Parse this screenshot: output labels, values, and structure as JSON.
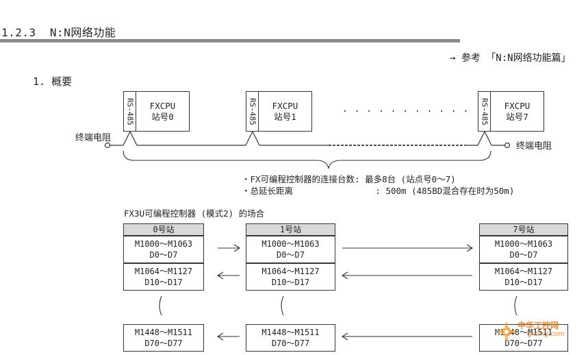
{
  "header": {
    "section_title": "1.2.3  N:N网络功能",
    "reference": "→ 参考 「N:N网络功能篇」"
  },
  "overview": {
    "subtitle": "1. 概要",
    "stations": [
      {
        "rs_label": "RS-485",
        "cpu": "FXCPU",
        "station": "站号0"
      },
      {
        "rs_label": "RS-485",
        "cpu": "FXCPU",
        "station": "站号1"
      },
      {
        "rs_label": "RS-485",
        "cpu": "FXCPU",
        "station": "站号7"
      }
    ],
    "dots": ". . . . . . . . . . .",
    "terminator_left": "终端电阻",
    "terminator_right": "终端电阻",
    "notes": [
      "・FX可编程控制器的连接台数: 最多8台 (站点号0～7)",
      "・总延长距离                : 500m (485BD混合存在时为50m)"
    ]
  },
  "mapping": {
    "caption": "FX3U可编程控制器 (模式2) 的场合",
    "columns": [
      {
        "header": "0号站",
        "rows": [
          [
            "M1000～M1063",
            "D0～D7"
          ],
          [
            "M1064～M1127",
            "D10～D17"
          ],
          [
            "M1448～M1511",
            "D70～D77"
          ]
        ]
      },
      {
        "header": "1号站",
        "rows": [
          [
            "M1000～M1063",
            "D0～D7"
          ],
          [
            "M1064～M1127",
            "D10～D17"
          ],
          [
            "M1448～M1511",
            "D70～D77"
          ]
        ]
      },
      {
        "header": "7号站",
        "rows": [
          [
            "M1000～M1063",
            "D0～D7"
          ],
          [
            "M1064～M1127",
            "D10～D17"
          ],
          [
            "M1448～M1511",
            "D70～D77"
          ]
        ]
      }
    ]
  },
  "watermark": {
    "name": "中华工控网",
    "url": "gkong.com"
  }
}
